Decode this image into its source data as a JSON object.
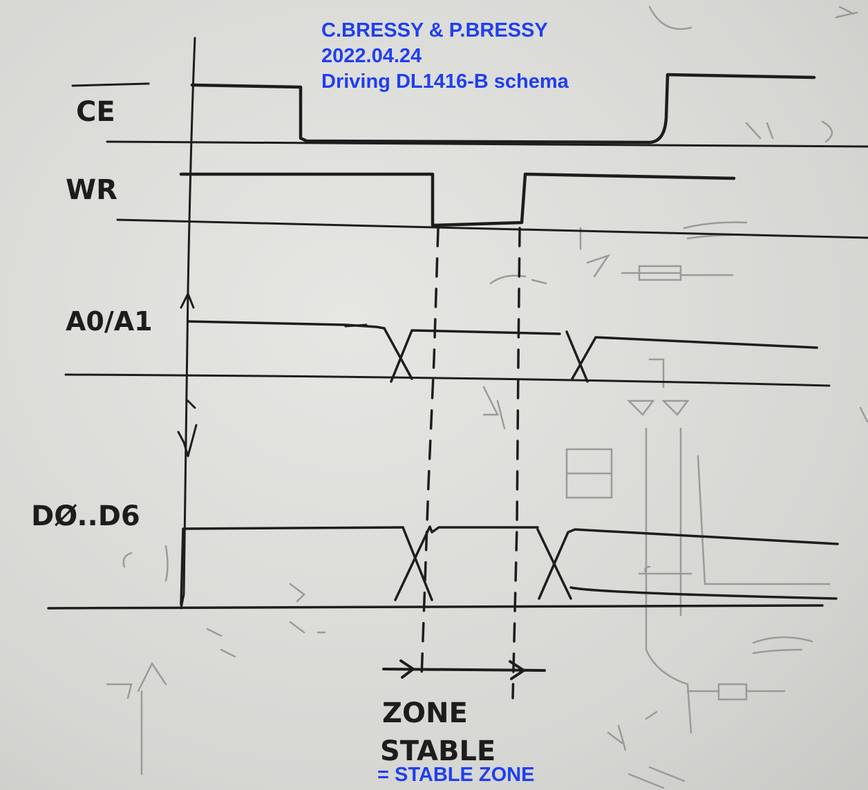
{
  "header": {
    "authors": "C.BRESSY & P.BRESSY",
    "date": "2022.04.24",
    "title": "Driving DL1416-B schema"
  },
  "signals": {
    "ce": "CE",
    "wr": "WR",
    "address": "A0/A1",
    "data": "DØ..D6"
  },
  "zone": {
    "line1": "ZONE",
    "line2": "STABLE",
    "translation": "= STABLE ZONE"
  },
  "colors": {
    "annotation": "#1f3ff0",
    "ink": "#1d1d1d",
    "paper": "#d9d9d6"
  }
}
